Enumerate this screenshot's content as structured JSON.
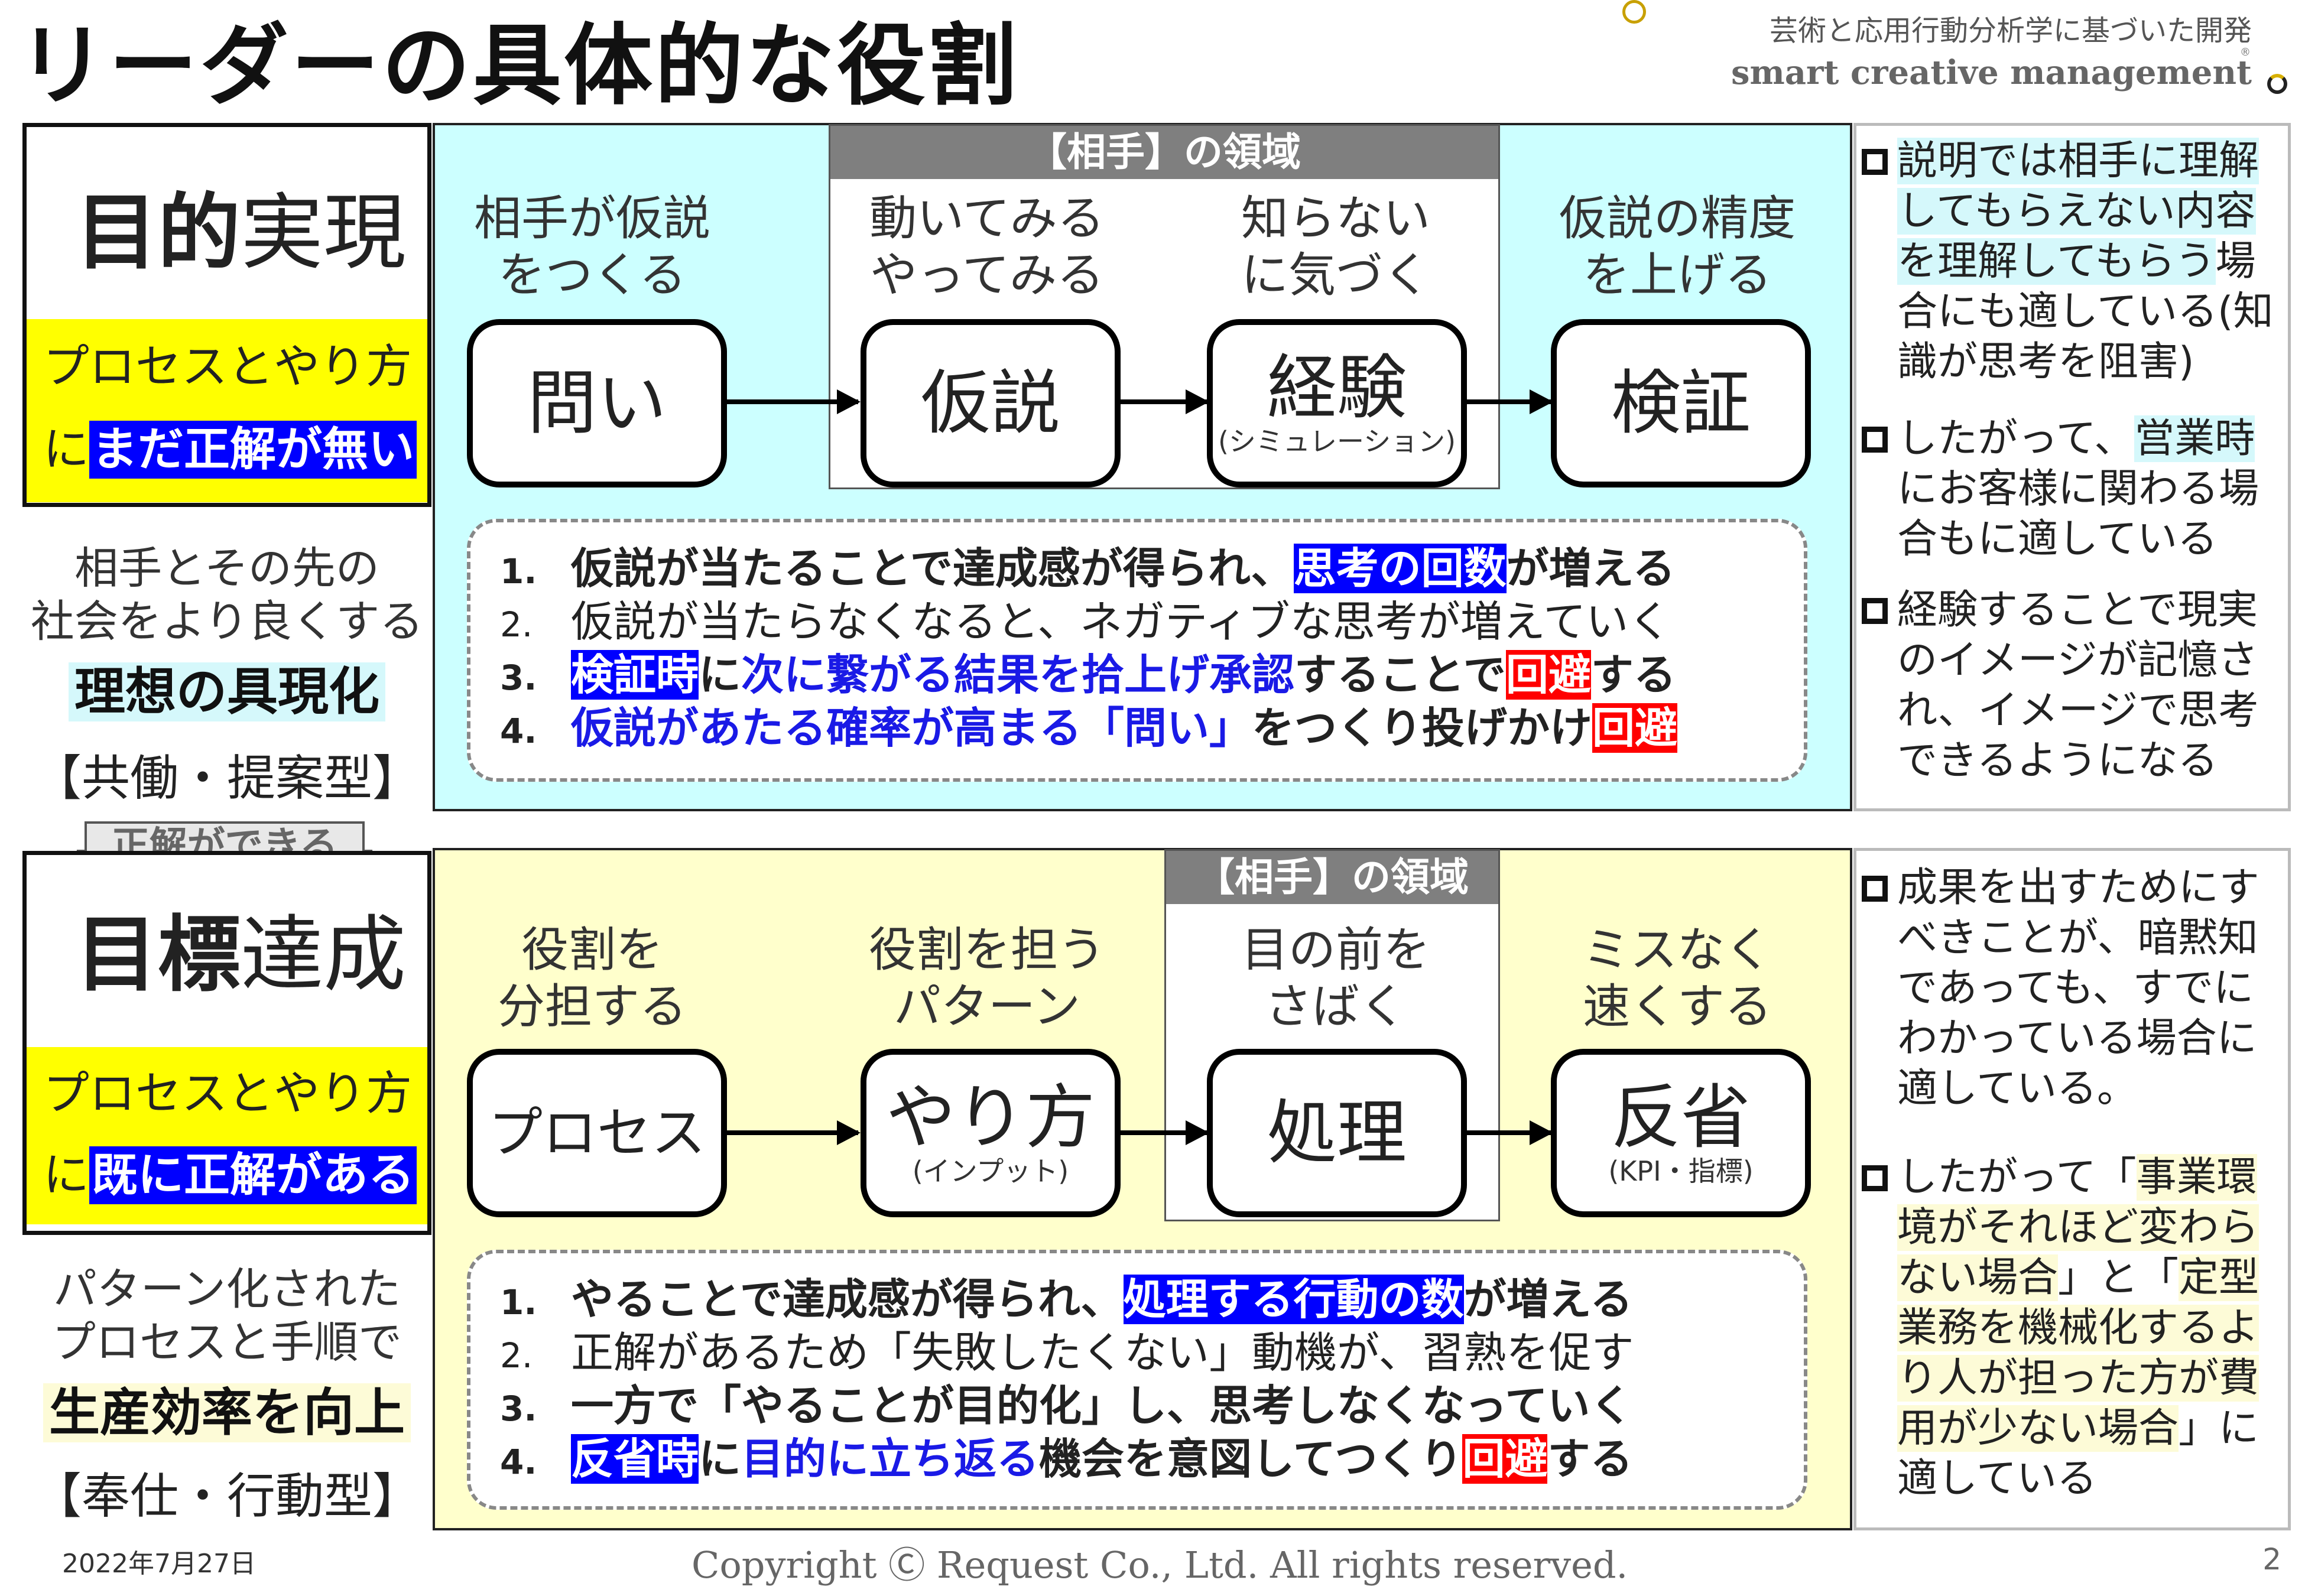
{
  "title": "リーダーの具体的な役割",
  "brand": {
    "tagline": "芸術と応用行動分析学に基づいた開発",
    "name": "smart creative management",
    "reg": "®"
  },
  "top": {
    "purpose_bold": "目的",
    "purpose_rest": "実現",
    "yellow_line1": "プロセスとやり方",
    "yellow_line2_pre": "に",
    "yellow_line2_hl": "まだ正解が無い",
    "desc_line1": "相手とその先の",
    "desc_line2": "社会をより良くする",
    "desc_bold": "理想の具現化",
    "type": "【共働・提案型】",
    "domain": "【相手】の領域",
    "labels": [
      [
        "相手が仮説",
        "をつくる"
      ],
      [
        "動いてみる",
        "やってみる"
      ],
      [
        "知らない",
        "に気づく"
      ],
      [
        "仮説の精度",
        "を上げる"
      ]
    ],
    "nodes": [
      {
        "main": "問い",
        "sub": ""
      },
      {
        "main": "仮説",
        "sub": ""
      },
      {
        "main": "経験",
        "sub": "(シミュレーション)"
      },
      {
        "main": "検証",
        "sub": ""
      }
    ],
    "list": {
      "n1": "1.",
      "l1_a": "仮説が当たることで達成感が得られ、",
      "l1_hl": "思考の回数",
      "l1_b": "が増える",
      "n2": "2.",
      "l2": "仮説が当たらなくなると、ネガティブな思考が増えていく",
      "n3": "3.",
      "l3_hl": "検証時",
      "l3_a": "に",
      "l3_blue": "次に繋がる結果を拾上げ承認",
      "l3_b": "することで",
      "l3_red": "回避",
      "l3_c": "する",
      "n4": "4.",
      "l4_blue": "仮説があたる確率が高まる「問い」",
      "l4_a": "をつくり投げかけ",
      "l4_red": "回避"
    },
    "notes": [
      {
        "hl": "説明では相手に理解してもらえない内容を理解してもらう",
        "rest": "場合にも適している(知識が思考を阻害)"
      },
      {
        "pre": "したがって、",
        "hl": "営業時",
        "rest": "にお客様に関わる場合もに適している"
      },
      {
        "text": "経験することで現実のイメージが記憶され、イメージで思考できるようになる"
      }
    ]
  },
  "transition": "正解ができる",
  "bottom": {
    "purpose_bold": "目標",
    "purpose_rest": "達成",
    "yellow_line1": "プロセスとやり方",
    "yellow_line2_pre": "に",
    "yellow_line2_hl": "既に正解がある",
    "desc_line1": "パターン化された",
    "desc_line2": "プロセスと手順で",
    "desc_bold": "生産効率を向上",
    "type": "【奉仕・行動型】",
    "domain": "【相手】の領域",
    "labels": [
      [
        "役割を",
        "分担する"
      ],
      [
        "役割を担う",
        "パターン"
      ],
      [
        "目の前を",
        "さばく"
      ],
      [
        "ミスなく",
        "速くする"
      ]
    ],
    "nodes": [
      {
        "main": "プロセス",
        "sub": ""
      },
      {
        "main": "やり方",
        "sub": "(インプット)"
      },
      {
        "main": "処理",
        "sub": ""
      },
      {
        "main": "反省",
        "sub": "(KPI・指標)"
      }
    ],
    "list": {
      "n1": "1.",
      "l1_a": "やることで達成感が得られ、",
      "l1_hl": "処理する行動の数",
      "l1_b": "が増える",
      "n2": "2.",
      "l2": "正解があるため「失敗したくない」動機が、習熟を促す",
      "n3": "3.",
      "l3": "一方で「やることが目的化」し、思考しなくなっていく",
      "n4": "4.",
      "l4_hl": "反省時",
      "l4_a": "に",
      "l4_blue": "目的に立ち返る",
      "l4_b": "機会を意図してつくり",
      "l4_red": "回避",
      "l4_c": "する"
    },
    "notes": [
      {
        "text": "成果を出すためにすべきことが、暗黙知であっても、すでにわかっている場合に適している。"
      },
      {
        "pre": "したがって「",
        "hl": "事業環境がそれほど変わらない場合",
        "mid": "」と「",
        "hl2": "定型業務を機械化するより人が担った方が費用が少ない場合",
        "rest": "」に適している"
      }
    ]
  },
  "footer": {
    "date": "2022年7月27日",
    "copyright": "Copyright Ⓒ Request Co., Ltd.  All rights reserved.",
    "page": "2"
  },
  "colors": {
    "top_panel": "#ccffff",
    "bottom_panel": "#ffffcc",
    "highlight_blue": "#0000ff",
    "highlight_red": "#ff0000",
    "highlight_yellow": "#ffff00",
    "domain_header": "#7f7f7f"
  }
}
